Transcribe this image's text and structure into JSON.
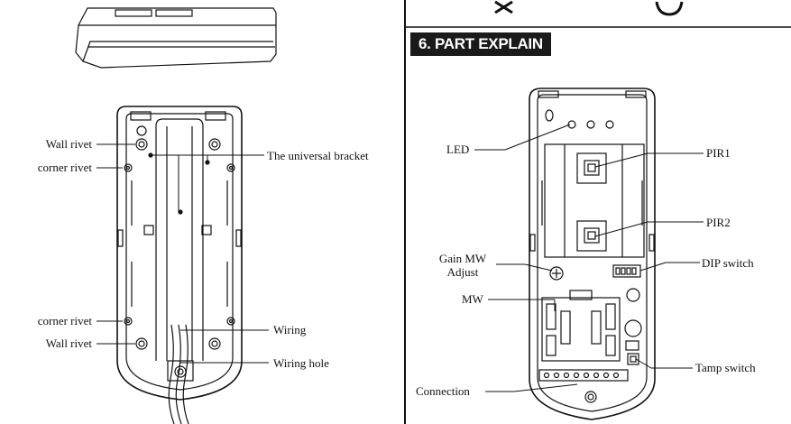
{
  "section_title": "6. PART EXPLAIN",
  "left_labels": {
    "wall_rivet_top": "Wall  rivet",
    "corner_rivet_top": "corner rivet",
    "universal_bracket": "The universal bracket",
    "corner_rivet_bottom": "corner rivet",
    "wall_rivet_bottom": "Wall  rivet",
    "wiring": "Wiring",
    "wiring_hole": "Wiring hole"
  },
  "right_labels": {
    "led": "LED",
    "pir1": "PIR1",
    "pir2": "PIR2",
    "gain_mw_adjust": "Gain MW\nAdjust",
    "dip_switch": "DIP switch",
    "mw": "MW",
    "tamp_switch": "Tamp switch",
    "connection": "Connection"
  }
}
